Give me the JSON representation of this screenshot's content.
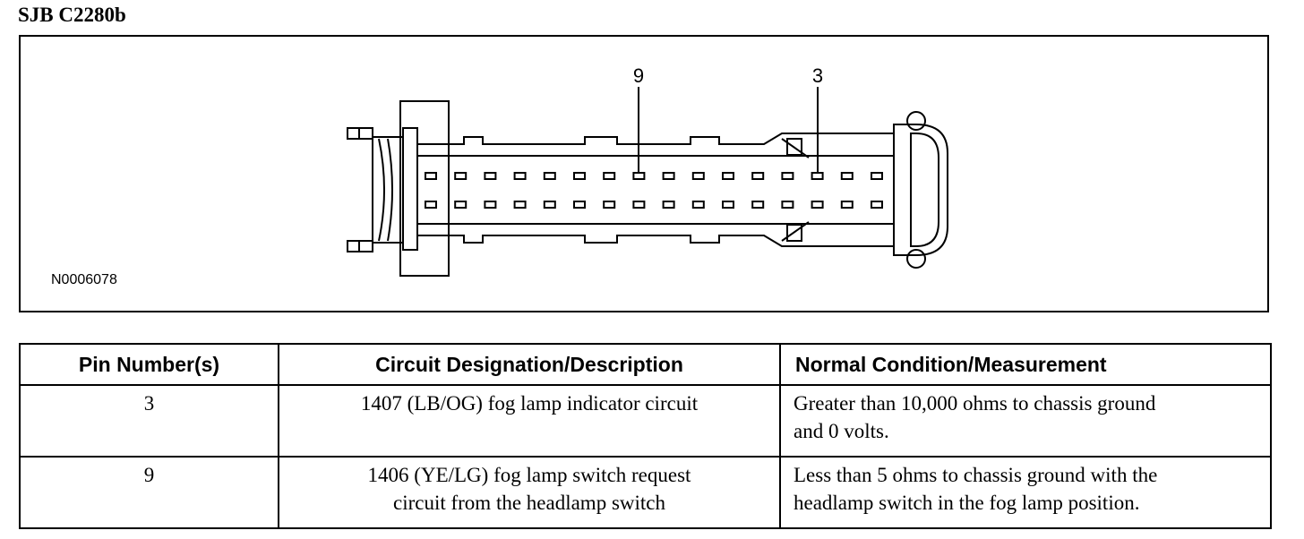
{
  "title": "SJB C2280b",
  "diagram": {
    "reference_code": "N0006078",
    "callouts": [
      {
        "label": "9"
      },
      {
        "label": "3"
      }
    ]
  },
  "table": {
    "headers": [
      "Pin Number(s)",
      "Circuit Designation/Description",
      "Normal Condition/Measurement"
    ],
    "rows": [
      {
        "pin": "3",
        "circuit_lines": [
          "1407 (LB/OG) fog lamp indicator circuit"
        ],
        "measurement_lines": [
          "Greater than 10,000 ohms to chassis ground",
          "and 0 volts."
        ]
      },
      {
        "pin": "9",
        "circuit_lines": [
          "1406 (YE/LG) fog lamp switch request",
          "circuit from the headlamp switch"
        ],
        "measurement_lines": [
          "Less than 5 ohms to chassis ground with the",
          "headlamp switch in the fog lamp position."
        ]
      }
    ]
  }
}
